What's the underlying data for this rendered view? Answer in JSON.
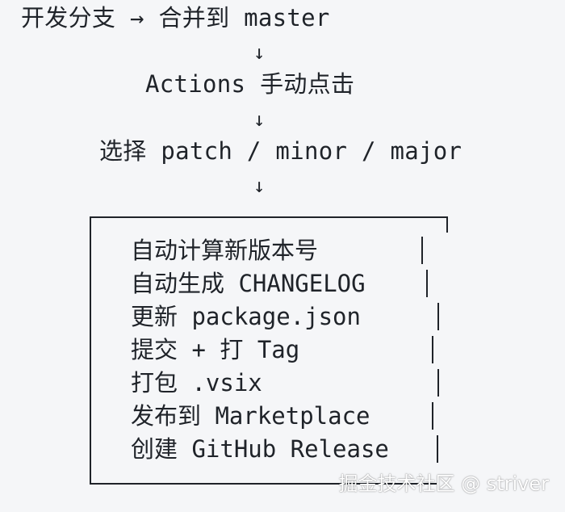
{
  "flow": {
    "step1": "开发分支 → 合并到 master",
    "arrow": "↓",
    "step2": "Actions 手动点击",
    "step3": "选择 patch / minor / major"
  },
  "box": {
    "items": [
      "自动计算新版本号",
      "自动生成 CHANGELOG",
      "更新 package.json",
      "提交 + 打 Tag",
      "打包 .vsix",
      "发布到 Marketplace",
      "创建 GitHub Release"
    ]
  },
  "watermark": "掘金技术社区 @ striver"
}
